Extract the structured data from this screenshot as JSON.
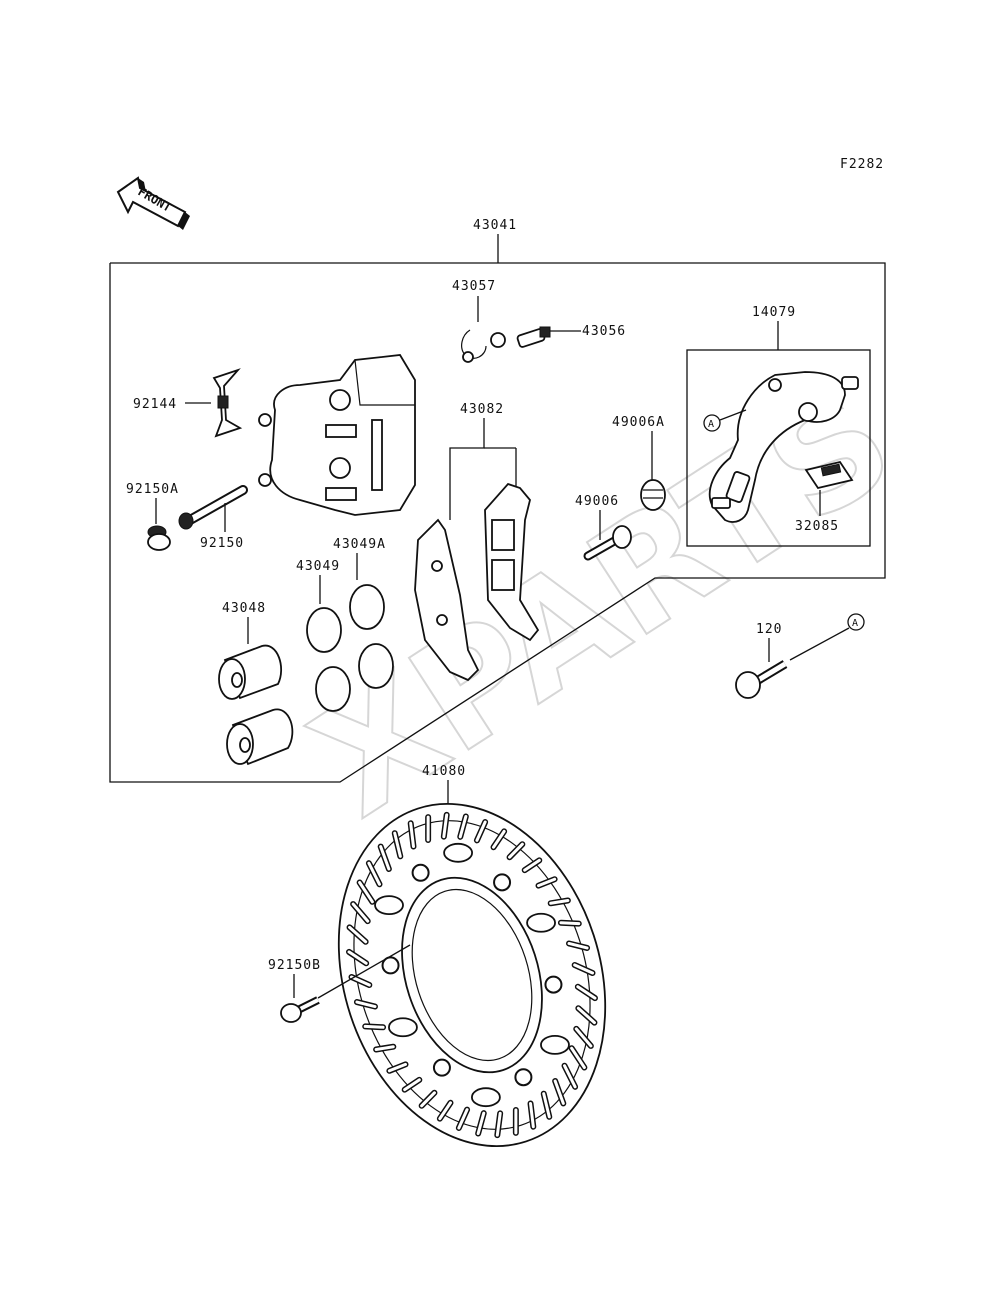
{
  "diagram_code": "F2282",
  "front_arrow_label": "FRONT",
  "watermark": "XPARTS",
  "ref_marker": "A",
  "parts": {
    "assembly": "43041",
    "bleeder_cap": "43057",
    "bleeder_valve": "43056",
    "bracket_assy": "14079",
    "pad_spring_clip": "92144",
    "pad_set": "43082",
    "boot_a": "49006A",
    "plug_a": "92150A",
    "boot": "49006",
    "pin": "92150",
    "seal_a": "43049A",
    "seal": "43049",
    "piston": "43048",
    "pad_spring": "32085",
    "bolt": "120",
    "disc": "41080",
    "disc_bolt": "92150B"
  }
}
